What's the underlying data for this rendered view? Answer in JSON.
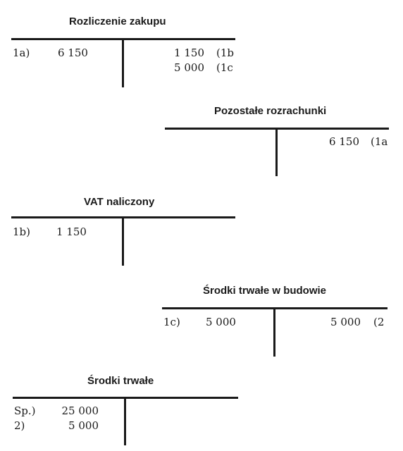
{
  "accounts": [
    {
      "title": "Rozliczenie zakupu",
      "debit": [
        {
          "ref": "1a)",
          "amount": "6 150"
        }
      ],
      "credit": [
        {
          "amount": "1 150",
          "ref": "(1b"
        },
        {
          "amount": "5 000",
          "ref": "(1c"
        }
      ]
    },
    {
      "title": "Pozostałe rozrachunki",
      "debit": [],
      "credit": [
        {
          "amount": "6 150",
          "ref": "(1a"
        }
      ]
    },
    {
      "title": "VAT naliczony",
      "debit": [
        {
          "ref": "1b)",
          "amount": "1 150"
        }
      ],
      "credit": []
    },
    {
      "title": "Środki trwałe w budowie",
      "debit": [
        {
          "ref": "1c)",
          "amount": "5 000"
        }
      ],
      "credit": [
        {
          "amount": "5 000",
          "ref": "(2"
        }
      ]
    },
    {
      "title": "Środki trwałe",
      "debit": [
        {
          "ref": "Sp.)",
          "amount": "25 000"
        },
        {
          "ref": "2)",
          "amount": "5 000"
        }
      ],
      "credit": []
    }
  ]
}
